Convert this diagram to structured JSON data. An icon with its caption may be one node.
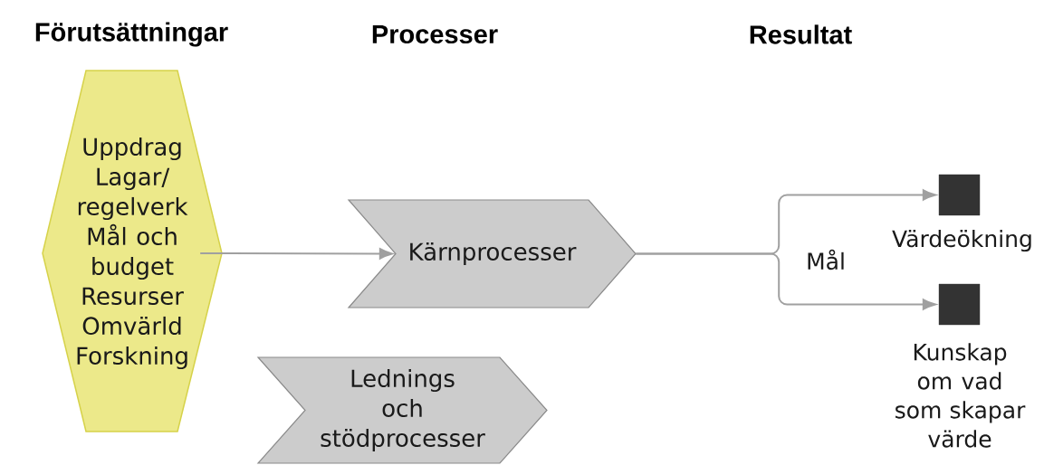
{
  "diagram": {
    "nodes": [
      {
        "text": [
          "Uppdrag",
          "Lagar/ regelverk",
          "Mål och budget",
          "Resurser",
          "Omvärld",
          "Forskning"
        ]
      },
      {
        "text": [
          "Kärnprocesser"
        ]
      },
      {
        "text": [
          "Lednings och stödprocesser"
        ]
      },
      {
        "text": [],
        "shape": "box",
        "beside": [
          "Värdeökning"
        ]
      },
      {
        "text": [],
        "shape": "box",
        "beside": [
          "Kunskap om vad som skapar värde"
        ]
      }
    ],
    "edges": [
      {
        "from": 0,
        "to": 1,
        "arrow": "to"
      },
      {
        "from": 1,
        "to": 3,
        "arrow": "to"
      },
      {
        "from": 1,
        "to": 4,
        "arrow": "to"
      }
    ],
    "labels": [
      "Förutsättningar",
      "Processer",
      "Resultat",
      "Mål"
    ]
  }
}
